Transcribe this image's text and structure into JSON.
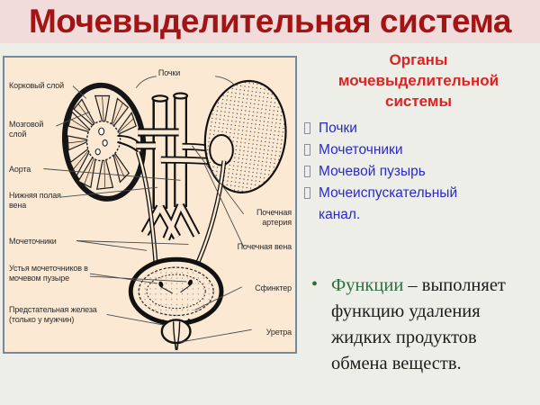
{
  "slide": {
    "title": "Мочевыделительная система",
    "colors": {
      "slide_bg": "#EDEEE8",
      "title_bg": "#F2DCDB",
      "title_text": "#A31515",
      "heading_red": "#DD2222",
      "list_blue": "#2929CE",
      "functions_green": "#2E7040",
      "diagram_bg": "#FBE9D3",
      "diagram_border": "#74889F"
    }
  },
  "right_panel": {
    "heading_lines": [
      "Органы",
      "мочевыделительной",
      "системы"
    ],
    "organ_list": [
      {
        "label": "Почки"
      },
      {
        "label": "Мочеточники"
      },
      {
        "label": "Мочевой пузырь"
      },
      {
        "label": "Мочеиспускательный канал."
      }
    ],
    "functions": {
      "bullet": "•",
      "lead": "Функции",
      "rest": "– выполняет функцию удаления жидких продуктов обмена веществ."
    }
  },
  "diagram": {
    "labels": {
      "kidneys": "Почки",
      "cortex": "Корковый слой",
      "medulla": "Мозговой слой",
      "aorta": "Аорта",
      "vena_cava": "Нижняя полая вена",
      "ureters": "Мочеточники",
      "orifices": "Устья мочеточников в мочевом пузыре",
      "prostate": "Предстательная железа (только у мужчин)",
      "renal_artery": "Почечная артерия",
      "renal_vein": "Почечная вена",
      "sphincter": "Сфинктер",
      "urethra": "Уретра"
    }
  }
}
